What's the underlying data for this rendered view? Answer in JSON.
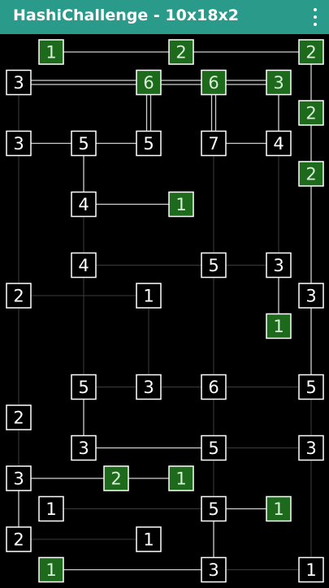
{
  "app": {
    "title": "HashiChallenge - 10x18x2",
    "menu_icon": "more-vert-icon"
  },
  "colors": {
    "appbar": "#2a9a8b",
    "board_bg": "#000000",
    "island_unsolved_fill": "#000000",
    "island_unsolved_text": "#ffffff",
    "island_solved_fill": "#1d6a1d",
    "island_solved_text": "#d8f0d8",
    "island_border": "#ffffff",
    "bridge": "#d0d0d0",
    "hint_line": "#3c3c3c"
  },
  "grid": {
    "cols": 10,
    "rows": 18
  },
  "islands": [
    {
      "id": "i1",
      "c": 1,
      "r": 0,
      "n": "1",
      "solved": true
    },
    {
      "id": "i2",
      "c": 5,
      "r": 0,
      "n": "2",
      "solved": true
    },
    {
      "id": "i3",
      "c": 9,
      "r": 0,
      "n": "2",
      "solved": true
    },
    {
      "id": "i4",
      "c": 0,
      "r": 1,
      "n": "3",
      "solved": false
    },
    {
      "id": "i5",
      "c": 4,
      "r": 1,
      "n": "6",
      "solved": true
    },
    {
      "id": "i6",
      "c": 6,
      "r": 1,
      "n": "6",
      "solved": true
    },
    {
      "id": "i7",
      "c": 8,
      "r": 1,
      "n": "3",
      "solved": true
    },
    {
      "id": "i8",
      "c": 9,
      "r": 2,
      "n": "2",
      "solved": true
    },
    {
      "id": "i9",
      "c": 0,
      "r": 3,
      "n": "3",
      "solved": false
    },
    {
      "id": "i10",
      "c": 2,
      "r": 3,
      "n": "5",
      "solved": false
    },
    {
      "id": "i11",
      "c": 4,
      "r": 3,
      "n": "5",
      "solved": false
    },
    {
      "id": "i12",
      "c": 6,
      "r": 3,
      "n": "7",
      "solved": false
    },
    {
      "id": "i13",
      "c": 8,
      "r": 3,
      "n": "4",
      "solved": false
    },
    {
      "id": "i14",
      "c": 9,
      "r": 4,
      "n": "2",
      "solved": true
    },
    {
      "id": "i15",
      "c": 2,
      "r": 5,
      "n": "4",
      "solved": false
    },
    {
      "id": "i16",
      "c": 5,
      "r": 5,
      "n": "1",
      "solved": true
    },
    {
      "id": "i17",
      "c": 2,
      "r": 7,
      "n": "4",
      "solved": false
    },
    {
      "id": "i18",
      "c": 6,
      "r": 7,
      "n": "5",
      "solved": false
    },
    {
      "id": "i19",
      "c": 8,
      "r": 7,
      "n": "3",
      "solved": false
    },
    {
      "id": "i20",
      "c": 0,
      "r": 8,
      "n": "2",
      "solved": false
    },
    {
      "id": "i21",
      "c": 4,
      "r": 8,
      "n": "1",
      "solved": false
    },
    {
      "id": "i22",
      "c": 9,
      "r": 8,
      "n": "3",
      "solved": false
    },
    {
      "id": "i23",
      "c": 8,
      "r": 9,
      "n": "1",
      "solved": true
    },
    {
      "id": "i24",
      "c": 2,
      "r": 11,
      "n": "5",
      "solved": false
    },
    {
      "id": "i25",
      "c": 4,
      "r": 11,
      "n": "3",
      "solved": false
    },
    {
      "id": "i26",
      "c": 6,
      "r": 11,
      "n": "6",
      "solved": false
    },
    {
      "id": "i27",
      "c": 9,
      "r": 11,
      "n": "5",
      "solved": false
    },
    {
      "id": "i28",
      "c": 0,
      "r": 12,
      "n": "2",
      "solved": false
    },
    {
      "id": "i29",
      "c": 2,
      "r": 13,
      "n": "3",
      "solved": false
    },
    {
      "id": "i30",
      "c": 6,
      "r": 13,
      "n": "5",
      "solved": false
    },
    {
      "id": "i31",
      "c": 9,
      "r": 13,
      "n": "3",
      "solved": false
    },
    {
      "id": "i32",
      "c": 0,
      "r": 14,
      "n": "3",
      "solved": false
    },
    {
      "id": "i33",
      "c": 3,
      "r": 14,
      "n": "2",
      "solved": true
    },
    {
      "id": "i34",
      "c": 5,
      "r": 14,
      "n": "1",
      "solved": true
    },
    {
      "id": "i35",
      "c": 1,
      "r": 15,
      "n": "1",
      "solved": false
    },
    {
      "id": "i36",
      "c": 6,
      "r": 15,
      "n": "5",
      "solved": false
    },
    {
      "id": "i37",
      "c": 8,
      "r": 15,
      "n": "1",
      "solved": true
    },
    {
      "id": "i38",
      "c": 0,
      "r": 16,
      "n": "2",
      "solved": false
    },
    {
      "id": "i39",
      "c": 4,
      "r": 16,
      "n": "1",
      "solved": false
    },
    {
      "id": "i40",
      "c": 1,
      "r": 17,
      "n": "1",
      "solved": true
    },
    {
      "id": "i41",
      "c": 6,
      "r": 17,
      "n": "3",
      "solved": false
    },
    {
      "id": "i42",
      "c": 9,
      "r": 17,
      "n": "1",
      "solved": false
    }
  ],
  "bridges": [
    {
      "a": "i1",
      "b": "i2",
      "count": 1
    },
    {
      "a": "i2",
      "b": "i3",
      "count": 1
    },
    {
      "a": "i3",
      "b": "i8",
      "count": 1
    },
    {
      "a": "i8",
      "b": "i14",
      "count": 1
    },
    {
      "a": "i14",
      "b": "i22",
      "count": 1
    },
    {
      "a": "i22",
      "b": "i27",
      "count": 1
    },
    {
      "a": "i4",
      "b": "i5",
      "count": 2
    },
    {
      "a": "i5",
      "b": "i6",
      "count": 2
    },
    {
      "a": "i6",
      "b": "i7",
      "count": 2
    },
    {
      "a": "i5",
      "b": "i11",
      "count": 2
    },
    {
      "a": "i6",
      "b": "i12",
      "count": 2
    },
    {
      "a": "i7",
      "b": "i13",
      "count": 1
    },
    {
      "a": "i9",
      "b": "i10",
      "count": 1
    },
    {
      "a": "i10",
      "b": "i11",
      "count": 1
    },
    {
      "a": "i12",
      "b": "i13",
      "count": 1
    },
    {
      "a": "i10",
      "b": "i15",
      "count": 1
    },
    {
      "a": "i15",
      "b": "i16",
      "count": 1
    },
    {
      "a": "i19",
      "b": "i23",
      "count": 1
    },
    {
      "a": "i24",
      "b": "i29",
      "count": 1
    },
    {
      "a": "i29",
      "b": "i30",
      "count": 1
    },
    {
      "a": "i32",
      "b": "i33",
      "count": 1
    },
    {
      "a": "i33",
      "b": "i34",
      "count": 1
    },
    {
      "a": "i32",
      "b": "i38",
      "count": 1
    },
    {
      "a": "i36",
      "b": "i37",
      "count": 1
    },
    {
      "a": "i36",
      "b": "i41",
      "count": 1
    },
    {
      "a": "i40",
      "b": "i41",
      "count": 1
    }
  ],
  "hints": [
    {
      "a": "i4",
      "b": "i9"
    },
    {
      "a": "i9",
      "b": "i20"
    },
    {
      "a": "i20",
      "b": "i28"
    },
    {
      "a": "i28",
      "b": "i32"
    },
    {
      "a": "i15",
      "b": "i17"
    },
    {
      "a": "i17",
      "b": "i24"
    },
    {
      "a": "i12",
      "b": "i18"
    },
    {
      "a": "i18",
      "b": "i26"
    },
    {
      "a": "i26",
      "b": "i30"
    },
    {
      "a": "i30",
      "b": "i36"
    },
    {
      "a": "i13",
      "b": "i19"
    },
    {
      "a": "i21",
      "b": "i25"
    },
    {
      "a": "i27",
      "b": "i31"
    },
    {
      "a": "i31",
      "b": "i42"
    },
    {
      "a": "i17",
      "b": "i18"
    },
    {
      "a": "i18",
      "b": "i19"
    },
    {
      "a": "i20",
      "b": "i21"
    },
    {
      "a": "i24",
      "b": "i25"
    },
    {
      "a": "i25",
      "b": "i26"
    },
    {
      "a": "i26",
      "b": "i27"
    },
    {
      "a": "i30",
      "b": "i31"
    },
    {
      "a": "i35",
      "b": "i36"
    },
    {
      "a": "i38",
      "b": "i39"
    },
    {
      "a": "i41",
      "b": "i42"
    }
  ]
}
